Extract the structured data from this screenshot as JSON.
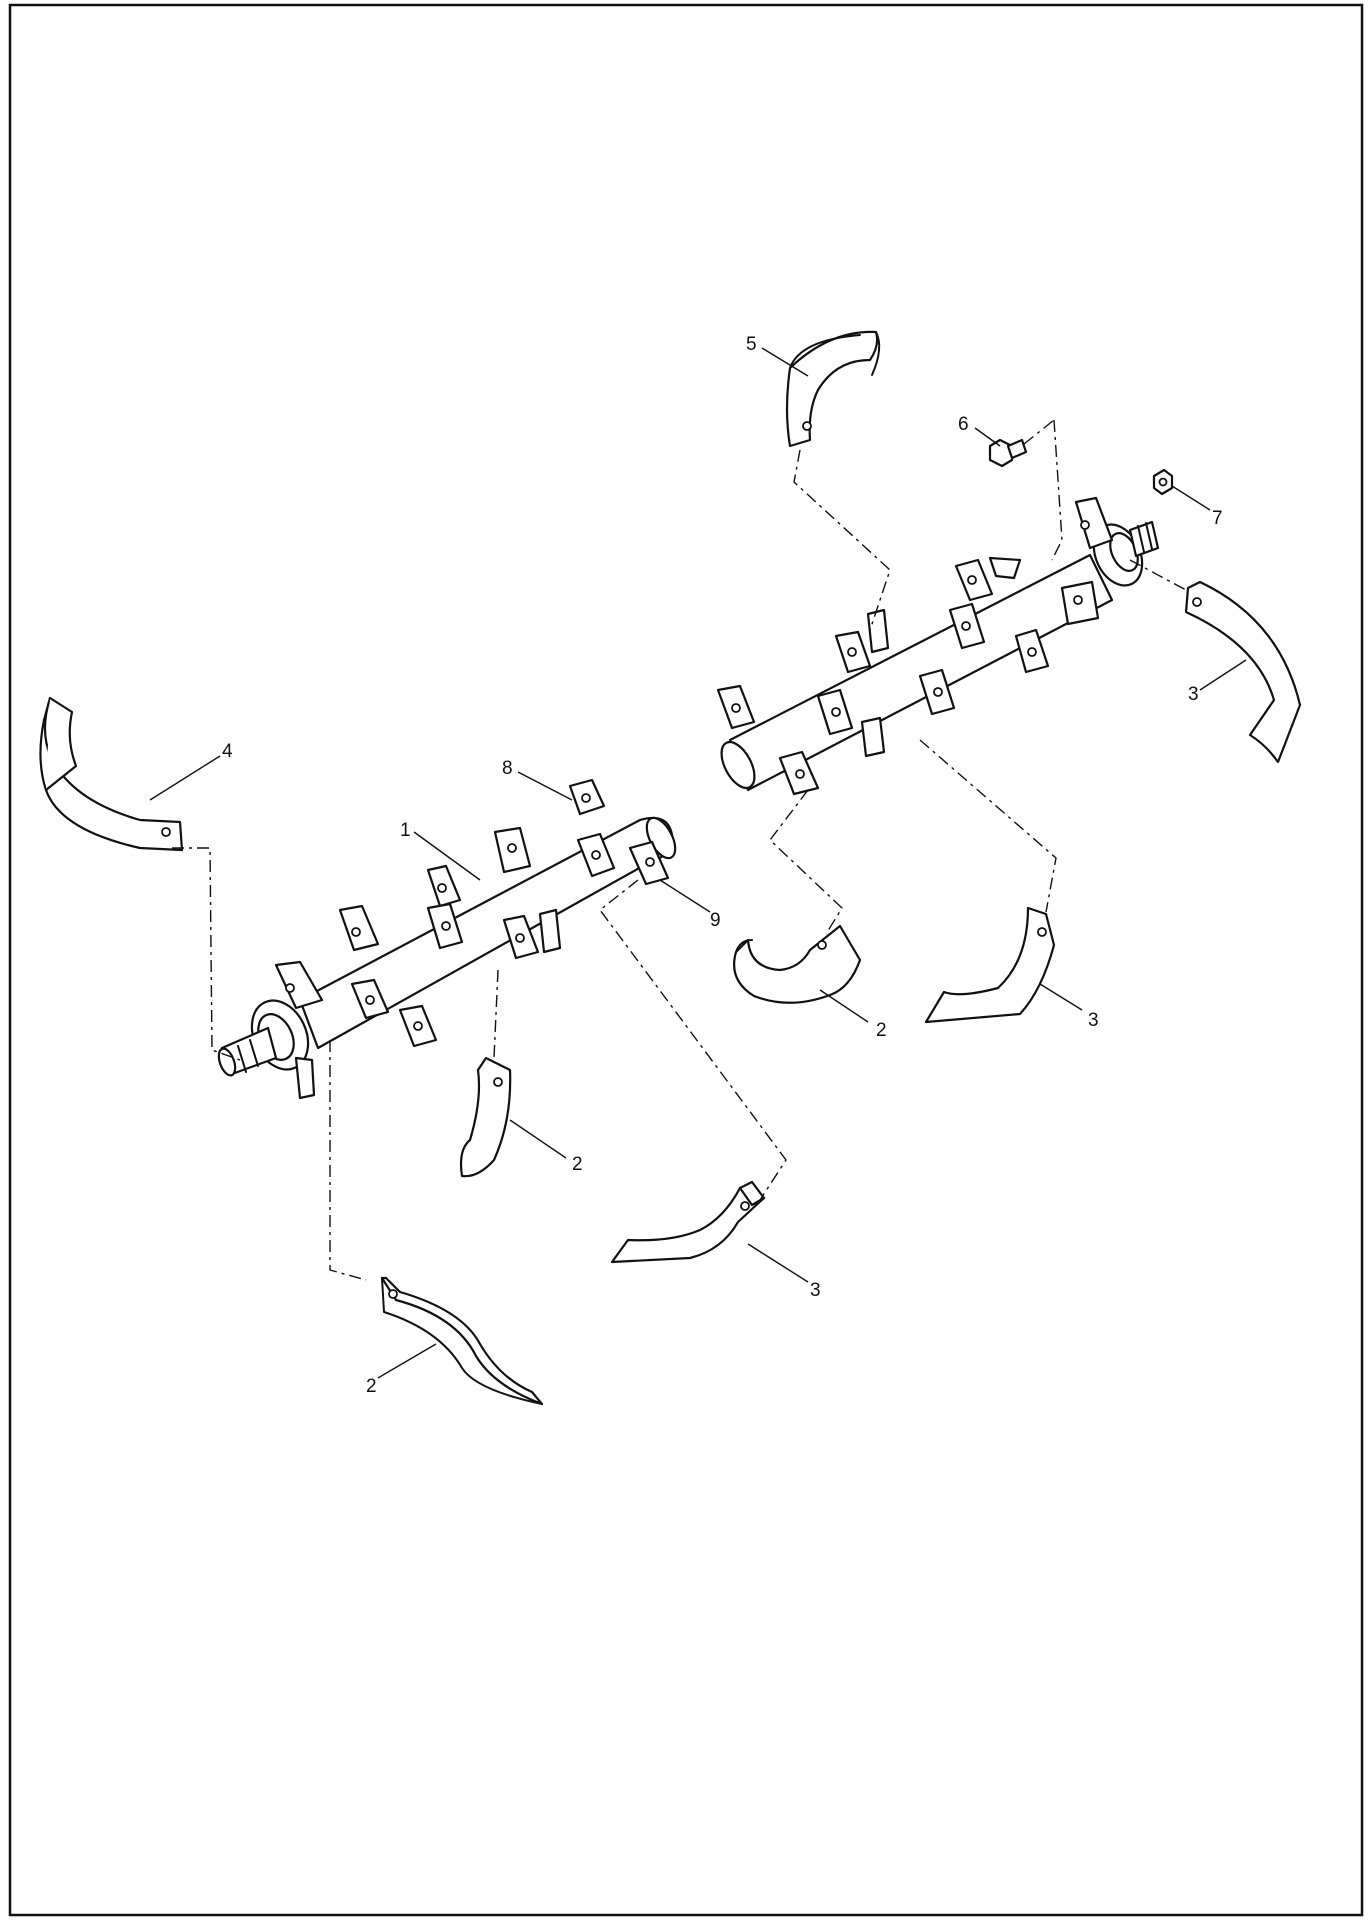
{
  "diagram": {
    "border_color": "#111111",
    "callouts": [
      {
        "id": "c1",
        "label": "1"
      },
      {
        "id": "c2a",
        "label": "2"
      },
      {
        "id": "c2b",
        "label": "2"
      },
      {
        "id": "c2c",
        "label": "2"
      },
      {
        "id": "c3a",
        "label": "3"
      },
      {
        "id": "c3b",
        "label": "3"
      },
      {
        "id": "c3c",
        "label": "3"
      },
      {
        "id": "c4",
        "label": "4"
      },
      {
        "id": "c5",
        "label": "5"
      },
      {
        "id": "c6",
        "label": "6"
      },
      {
        "id": "c7",
        "label": "7"
      },
      {
        "id": "c8",
        "label": "8"
      },
      {
        "id": "c9",
        "label": "9"
      }
    ]
  }
}
